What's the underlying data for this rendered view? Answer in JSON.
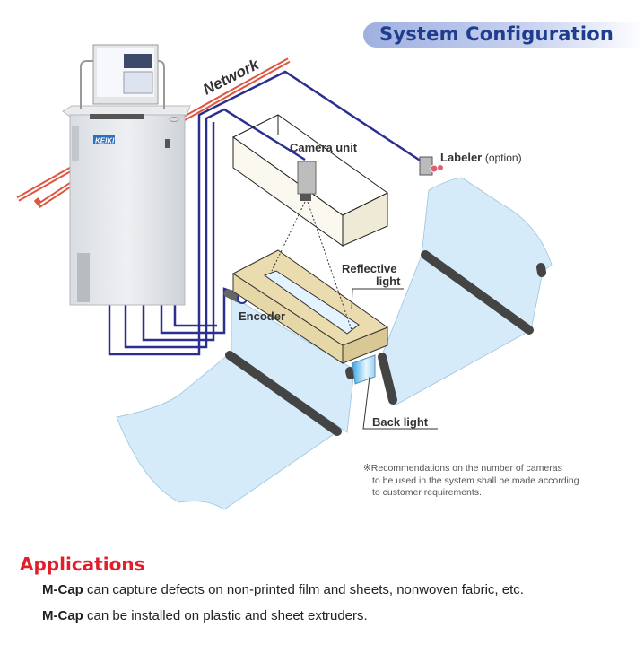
{
  "header": {
    "title": "System Configuration"
  },
  "diagram": {
    "labels": {
      "network": "Network",
      "camera_unit": "Camera unit",
      "labeler": "Labeler",
      "labeler_option": "(option)",
      "reflective_light_line1": "Reflective",
      "reflective_light_line2": "light",
      "encoder": "Encoder",
      "back_light": "Back light"
    },
    "logo_text": "KEIKI",
    "note": [
      "※Recommendations on the number of cameras",
      "to be used in the system shall be made according",
      "to customer requirements."
    ],
    "colors": {
      "cable": "#2b2f8f",
      "network_pipe": "#e0553f",
      "film": "#d5ebf9",
      "light_box": "#e8d9a8"
    }
  },
  "applications": {
    "title": "Applications",
    "items": [
      {
        "product": "M-Cap",
        "text": " can capture defects on non-printed film and sheets, nonwoven fabric, etc."
      },
      {
        "product": "M-Cap",
        "text": " can be installed on plastic and sheet extruders."
      }
    ],
    "title_color": "#e01f2b"
  }
}
